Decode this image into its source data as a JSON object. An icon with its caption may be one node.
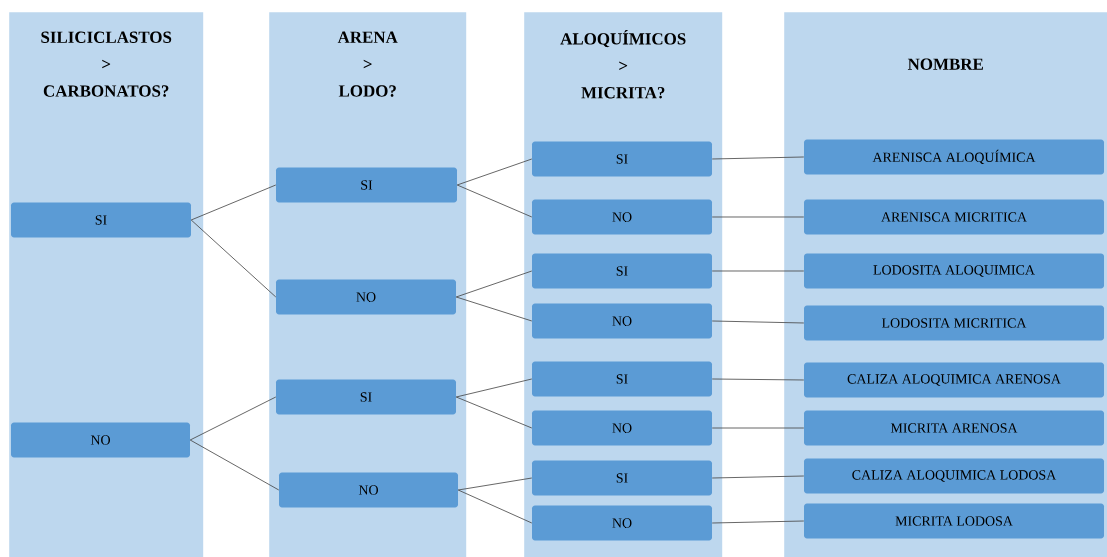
{
  "diagram": {
    "nodes": [
      {
        "text": [
          "SILICICLASTOS > CARBONATOS?"
        ]
      },
      {
        "text": [
          "ARENA > LODO?"
        ]
      },
      {
        "text": [
          "ALOQUÍMICOS > MICRITA?"
        ]
      },
      {
        "text": [
          "NOMBRE"
        ]
      },
      {
        "text": [
          "SI"
        ],
        "in": 0
      },
      {
        "text": [
          "NO"
        ],
        "in": 0
      },
      {
        "text": [
          "SI"
        ],
        "in": 1
      },
      {
        "text": [
          "NO"
        ],
        "in": 1
      },
      {
        "text": [
          "SI"
        ],
        "in": 1
      },
      {
        "text": [
          "NO"
        ],
        "in": 1
      },
      {
        "text": [
          "SI"
        ],
        "in": 2
      },
      {
        "text": [
          "NO"
        ],
        "in": 2
      },
      {
        "text": [
          "SI"
        ],
        "in": 2
      },
      {
        "text": [
          "NO"
        ],
        "in": 2
      },
      {
        "text": [
          "SI"
        ],
        "in": 2
      },
      {
        "text": [
          "NO"
        ],
        "in": 2
      },
      {
        "text": [
          "SI"
        ],
        "in": 2
      },
      {
        "text": [
          "NO"
        ],
        "in": 2
      },
      {
        "text": [
          "ARENISCA ALOQUÍMICA"
        ],
        "in": 3
      },
      {
        "text": [
          "ARENISCA MICRITICA"
        ],
        "in": 3
      },
      {
        "text": [
          "LODOSITA ALOQUIMICA"
        ],
        "in": 3
      },
      {
        "text": [
          "LODOSITA MICRITICA"
        ],
        "in": 3
      },
      {
        "text": [
          "CALIZA ALOQUIMICA ARENOSA"
        ],
        "in": 3
      },
      {
        "text": [
          "MICRITA ARENOSA"
        ],
        "in": 3
      },
      {
        "text": [
          "CALIZA ALOQUIMICA LODOSA"
        ],
        "in": 3
      },
      {
        "text": [
          "MICRITA LODOSA"
        ],
        "in": 3
      }
    ],
    "edges": [
      {
        "from": 4,
        "to": 6,
        "arrow": "none"
      },
      {
        "from": 4,
        "to": 7,
        "arrow": "none"
      },
      {
        "from": 5,
        "to": 8,
        "arrow": "none"
      },
      {
        "from": 5,
        "to": 9,
        "arrow": "none"
      },
      {
        "from": 6,
        "to": 10,
        "arrow": "none"
      },
      {
        "from": 6,
        "to": 11,
        "arrow": "none"
      },
      {
        "from": 7,
        "to": 12,
        "arrow": "none"
      },
      {
        "from": 7,
        "to": 13,
        "arrow": "none"
      },
      {
        "from": 8,
        "to": 14,
        "arrow": "none"
      },
      {
        "from": 8,
        "to": 15,
        "arrow": "none"
      },
      {
        "from": 9,
        "to": 16,
        "arrow": "none"
      },
      {
        "from": 9,
        "to": 17,
        "arrow": "none"
      },
      {
        "from": 10,
        "to": 18,
        "arrow": "none"
      },
      {
        "from": 11,
        "to": 19,
        "arrow": "none"
      },
      {
        "from": 12,
        "to": 20,
        "arrow": "none"
      },
      {
        "from": 13,
        "to": 21,
        "arrow": "none"
      },
      {
        "from": 14,
        "to": 22,
        "arrow": "none"
      },
      {
        "from": 15,
        "to": 23,
        "arrow": "none"
      },
      {
        "from": 16,
        "to": 24,
        "arrow": "none"
      },
      {
        "from": 17,
        "to": 25,
        "arrow": "none"
      }
    ]
  }
}
